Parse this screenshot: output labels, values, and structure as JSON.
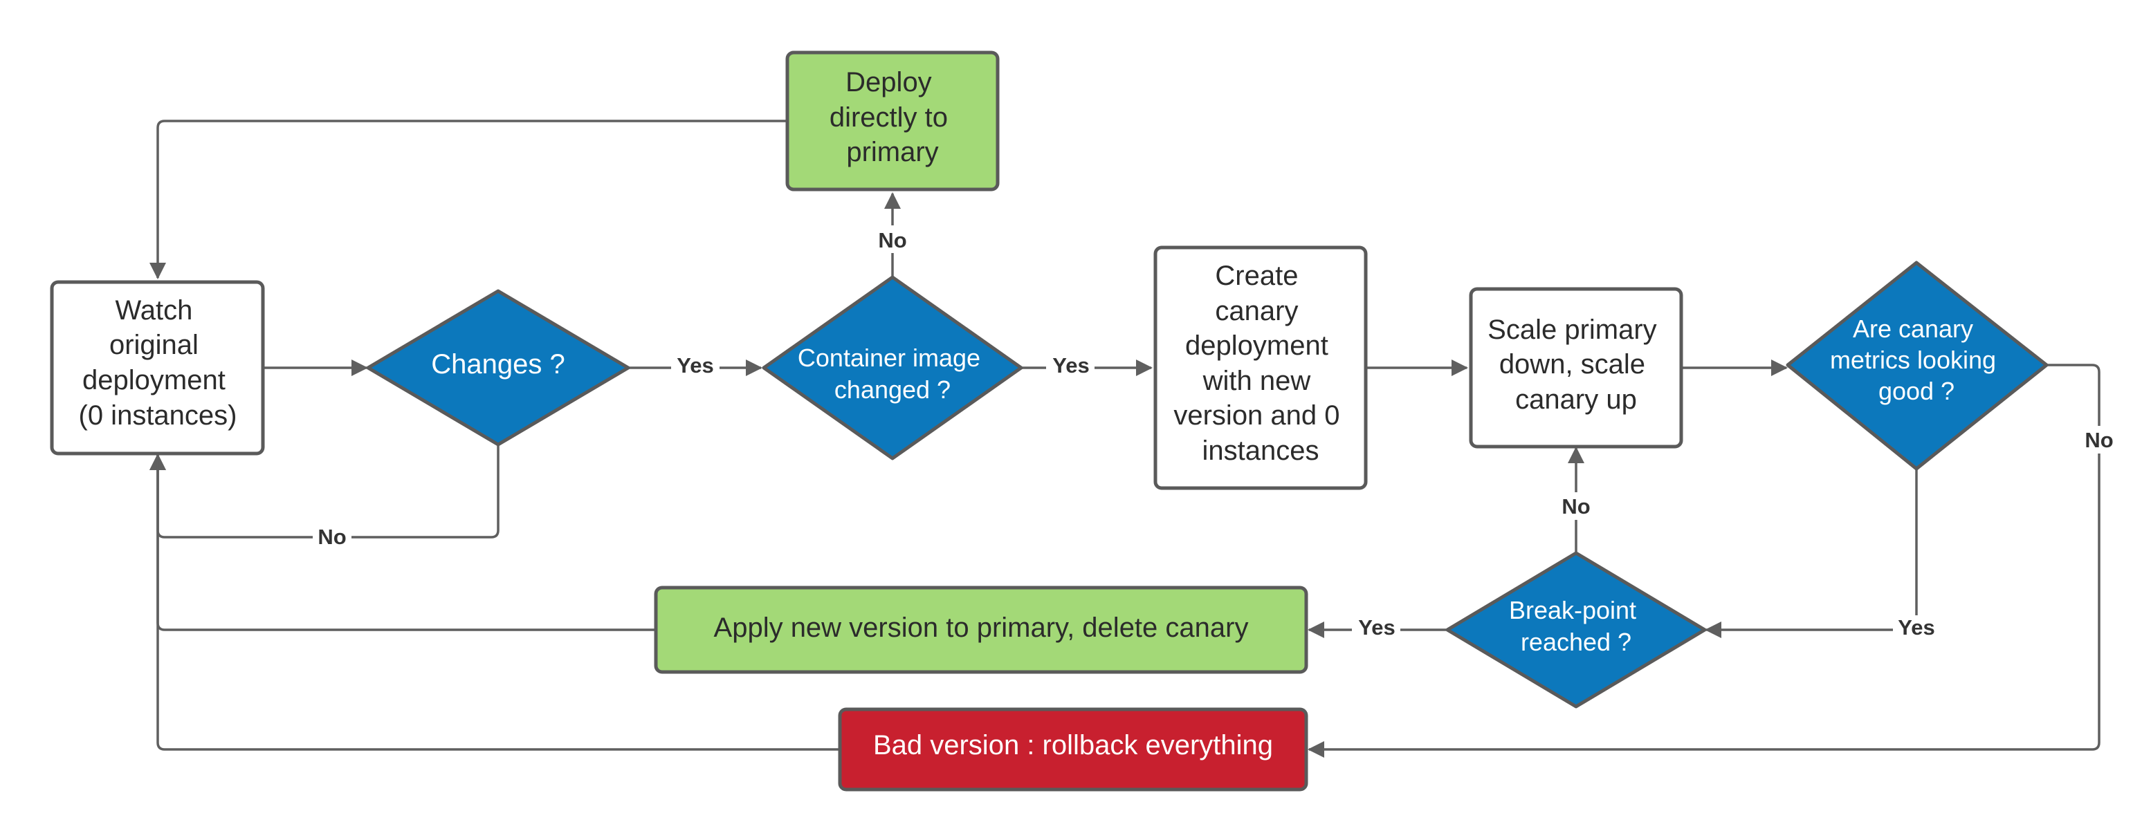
{
  "colors": {
    "process_box": "#ffffff",
    "decision": "#0c78bc",
    "success_box": "#a3d977",
    "failure_box": "#c8202f",
    "edge": "#5f5f5f"
  },
  "nodes": {
    "watch": [
      "Watch",
      "original",
      "deployment",
      "(0 instances)"
    ],
    "changes": [
      "Changes ?"
    ],
    "container": [
      "Container image",
      "changed ?"
    ],
    "deploy_primary": [
      "Deploy",
      "directly to",
      "primary"
    ],
    "create_canary": [
      "Create",
      "canary",
      "deployment",
      "with new",
      "version and 0",
      "instances"
    ],
    "scale": [
      "Scale primary",
      "down, scale",
      "canary up"
    ],
    "metrics": [
      "Are canary",
      "metrics looking",
      "good ?"
    ],
    "breakpoint": [
      "Break-point",
      "reached ?"
    ],
    "apply": [
      "Apply new version to primary, delete canary"
    ],
    "bad": [
      "Bad version : rollback everything"
    ]
  },
  "edge_labels": {
    "changes_yes": "Yes",
    "changes_no": "No",
    "container_yes": "Yes",
    "container_no": "No",
    "metrics_yes": "Yes",
    "metrics_no": "No",
    "breakpoint_yes": "Yes",
    "breakpoint_no": "No"
  }
}
